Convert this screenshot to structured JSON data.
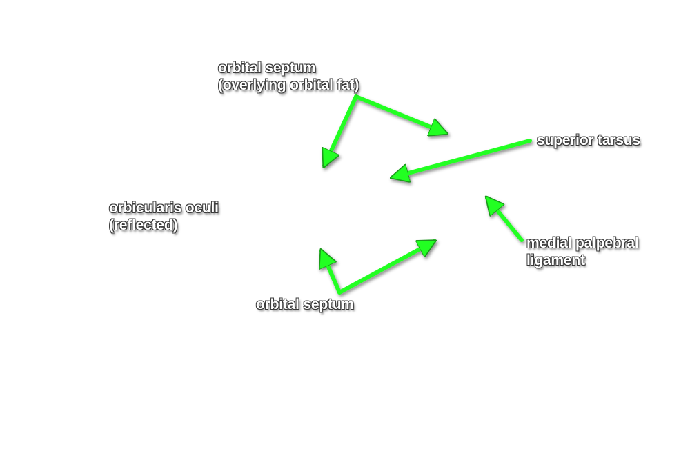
{
  "colors": {
    "arrow": "#22ff22",
    "arrow_outline": "#1a9a1a",
    "label_text": "#ffffff",
    "label_outline": "#3a3a3a",
    "background": "#ffffff"
  },
  "labels": {
    "orbital_septum_upper": {
      "line1": "orbital septum",
      "line2": "(overlying orbital fat)"
    },
    "superior_tarsus": {
      "line1": "superior tarsus"
    },
    "orbicularis_oculi": {
      "line1": "orbicularis oculi",
      "line2": "(reflected)"
    },
    "medial_palpebral_ligament": {
      "line1": "medial palpebral",
      "line2": "ligament"
    },
    "orbital_septum_lower": {
      "line1": "orbital septum"
    }
  }
}
